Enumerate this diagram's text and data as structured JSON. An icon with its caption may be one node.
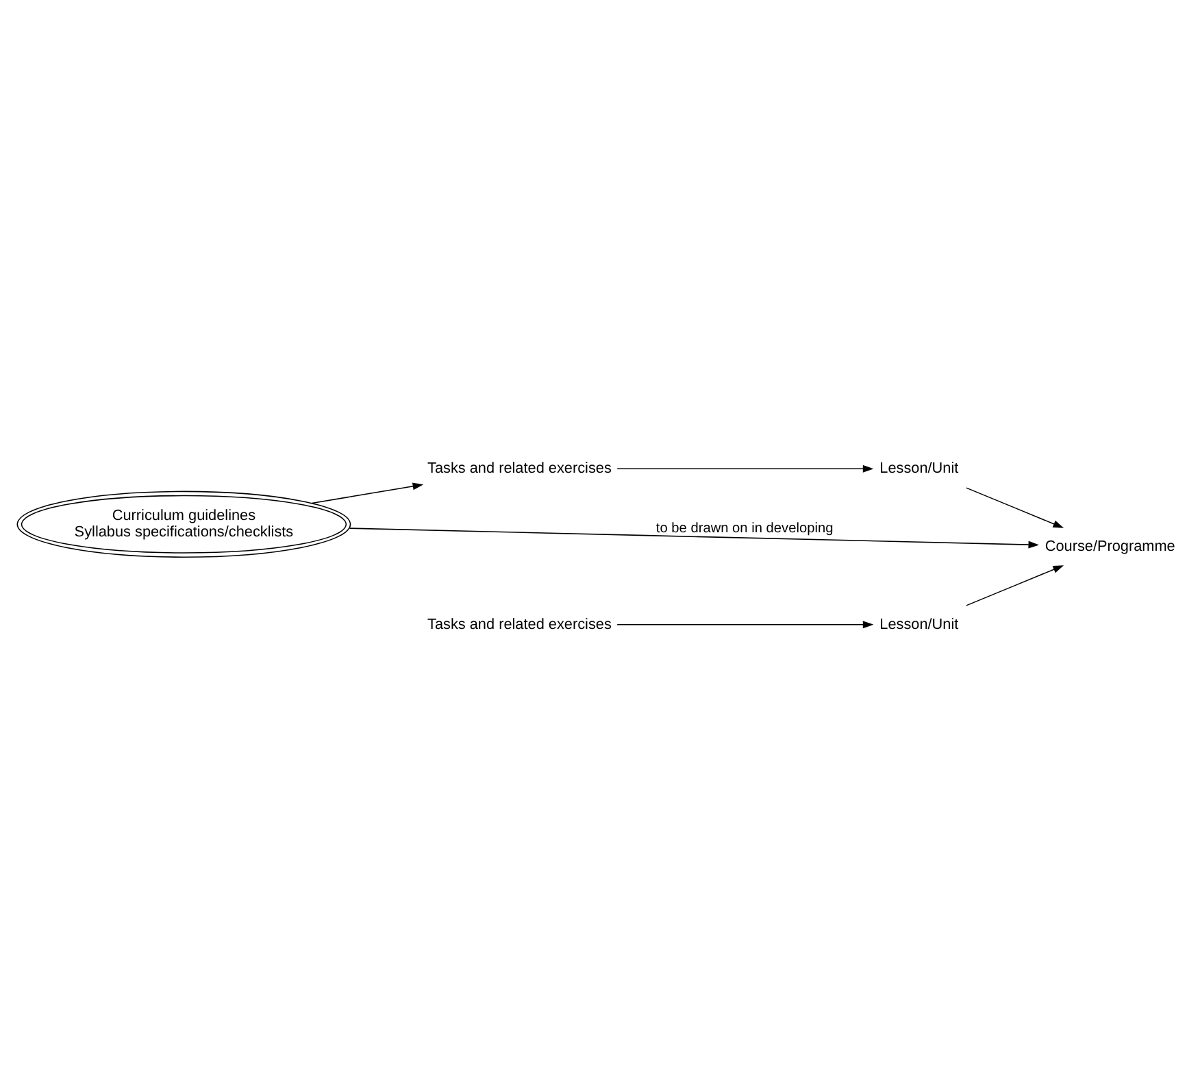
{
  "diagram": {
    "nodes": [
      {
        "text": [
          "Curriculum guidelines",
          "Syllabus specifications/checklists"
        ]
      },
      {
        "text": [
          "Tasks and related exercises"
        ]
      },
      {
        "text": [
          "Lesson/Unit"
        ]
      },
      {
        "text": [
          "Tasks and related exercises"
        ]
      },
      {
        "text": [
          "Lesson/Unit"
        ]
      },
      {
        "text": [
          "Course/Programme"
        ]
      }
    ],
    "edges": [
      {
        "from": 0,
        "to": 1,
        "arrow": "to"
      },
      {
        "from": 1,
        "to": 2,
        "arrow": "to"
      },
      {
        "from": 3,
        "to": 4,
        "arrow": "to"
      },
      {
        "from": 2,
        "to": 5,
        "arrow": "to"
      },
      {
        "from": 4,
        "to": 5,
        "arrow": "to"
      },
      {
        "from": 0,
        "to": 5,
        "arrow": "to",
        "label": "to be drawn on in developing"
      }
    ]
  }
}
